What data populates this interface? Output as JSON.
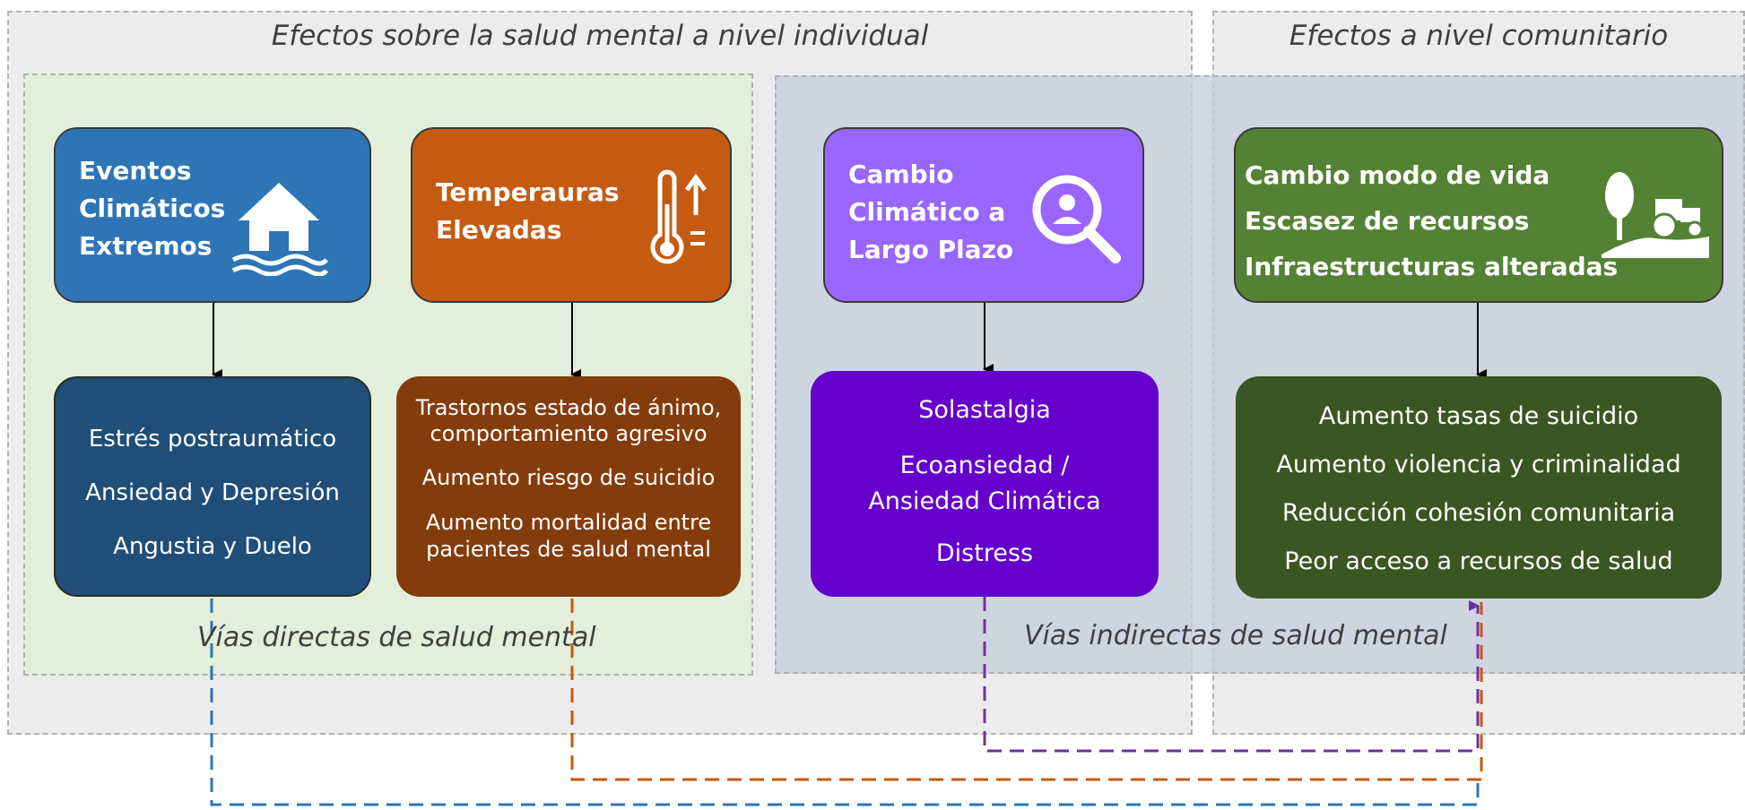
{
  "regions": {
    "individual_title": "Efectos sobre la salud mental a nivel individual",
    "community_title": "Efectos a nivel comunitario",
    "direct_label": "Vías directas de salud mental",
    "indirect_label": "Vías indirectas de salud mental"
  },
  "sources": {
    "extreme_events": [
      "Eventos",
      "Climáticos",
      "Extremos"
    ],
    "high_temps": [
      "Temperauras",
      "Elevadas"
    ],
    "long_term": [
      "Cambio",
      "Climático a",
      "Largo Plazo"
    ],
    "community": [
      "Cambio modo de vida",
      "Escasez de recursos",
      "Infraestructuras alteradas"
    ]
  },
  "effects": {
    "extreme_events": [
      "Estrés postraumático",
      "Ansiedad y Depresión",
      "Angustia y Duelo"
    ],
    "high_temps": [
      "Trastornos estado de ánimo,",
      "comportamiento agresivo",
      "Aumento riesgo de suicidio",
      "Aumento mortalidad entre",
      "pacientes de salud mental"
    ],
    "long_term": [
      "Solastalgia",
      "Ecoansiedad /",
      "Ansiedad Climática",
      "Distress"
    ],
    "community": [
      "Aumento tasas de suicidio",
      "Aumento violencia y criminalidad",
      "Reducción cohesión comunitaria",
      "Peor acceso a recursos de salud"
    ]
  },
  "icons": {
    "extreme_events": "flooded-house-icon",
    "high_temps": "thermometer-rising-icon",
    "long_term": "person-search-icon",
    "community": "farm-tractor-tree-icon"
  },
  "colors": {
    "extreme_events_source": "#2e75b6",
    "extreme_events_effect": "#1f4e79",
    "high_temps_source": "#c55a11",
    "high_temps_effect": "#843c0c",
    "long_term_source": "#9966ff",
    "long_term_effect": "#6600cc",
    "community_source": "#548235",
    "community_effect": "#385723"
  }
}
